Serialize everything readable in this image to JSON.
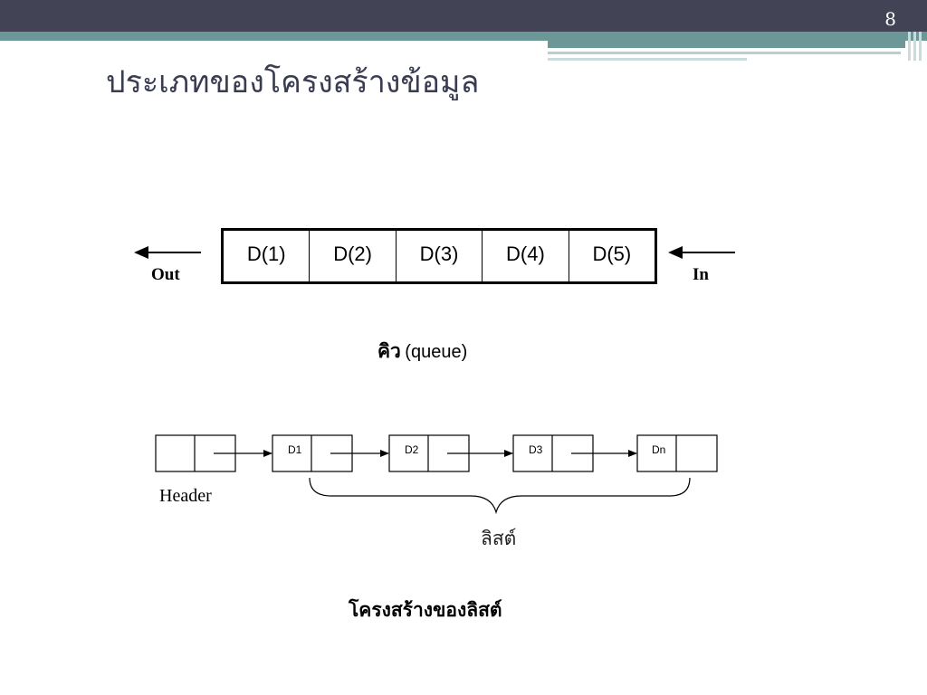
{
  "slide": {
    "page_number": "8",
    "title": "ประเภทของโครงสร้างข้อมูล"
  },
  "queue": {
    "cells": [
      "D(1)",
      "D(2)",
      "D(3)",
      "D(4)",
      "D(5)"
    ],
    "out_label": "Out",
    "in_label": "In",
    "caption_th": "คิว",
    "caption_en": "(queue)"
  },
  "list": {
    "nodes": [
      "D1",
      "D2",
      "D3",
      "Dn"
    ],
    "header_label": "Header",
    "brace_label": "ลิสต์",
    "caption": "โครงสร้างของลิสต์"
  },
  "colors": {
    "top_bar": "#424456",
    "accent_teal": "#6b9896",
    "title_text": "#3a3c52"
  }
}
